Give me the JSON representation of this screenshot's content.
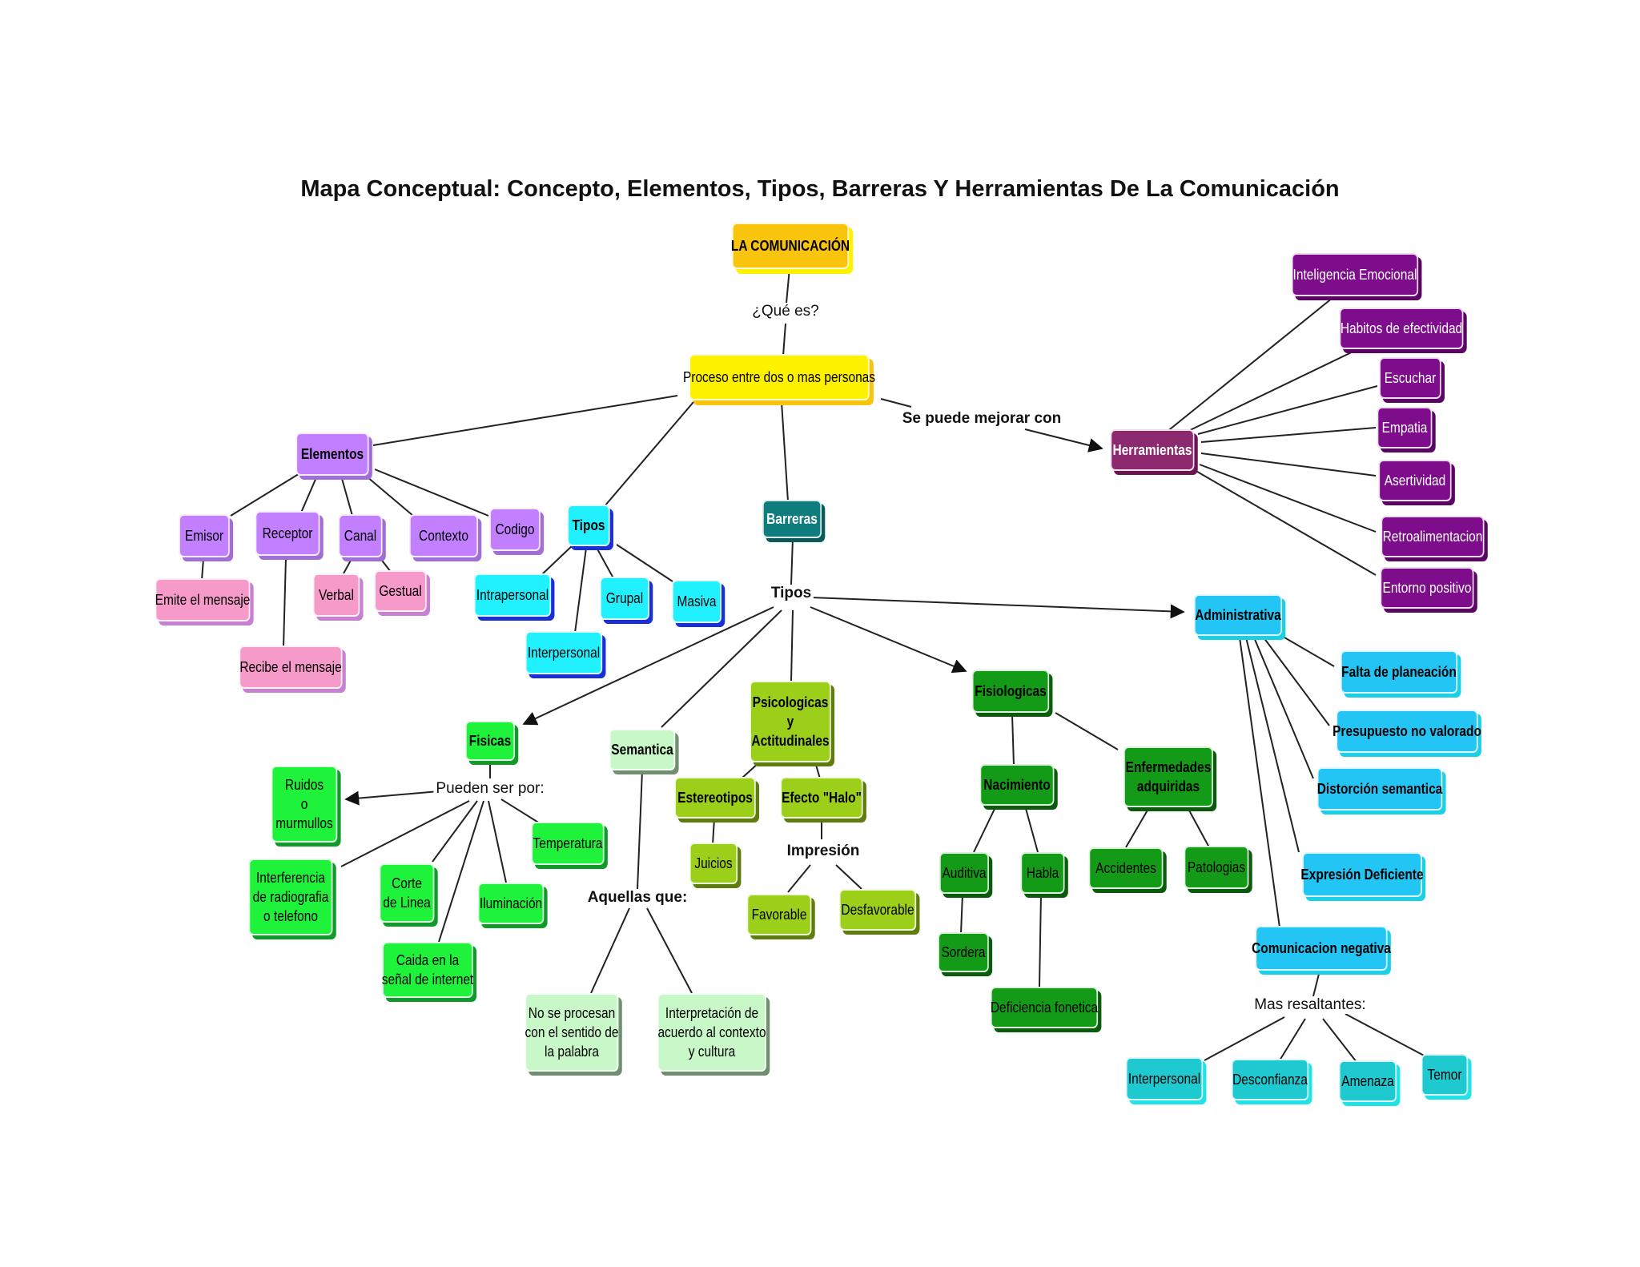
{
  "title": "Mapa Conceptual: Concepto, Elementos, Tipos, Barreras Y Herramientas De La Comunicación",
  "palette": {
    "orange": "#f9c40c",
    "yellow": "#fff200",
    "purple": "#c27fff",
    "pink": "#f59ac9",
    "cyan": "#21f1ff",
    "teal": "#0f7d7d",
    "plum": "#8d2a6f",
    "violet": "#7d0d8a",
    "sky": "#23c5f5",
    "aqua": "#1ec9cf",
    "lime": "#1ff23a",
    "mint": "#c8f7c8",
    "olive": "#9ccf1a",
    "green": "#139b17"
  },
  "nodes": {
    "comunicacion": "LA COMUNICACIÓN",
    "proceso": "Proceso entre dos o mas personas",
    "elementos": "Elementos",
    "emisor": "Emisor",
    "receptor": "Receptor",
    "canal": "Canal",
    "contexto": "Contexto",
    "codigo": "Codigo",
    "emite": "Emite el mensaje",
    "recibe": "Recibe el mensaje",
    "verbal": "Verbal",
    "gestual": "Gestual",
    "tipos": "Tipos",
    "intrapersonal": "Intrapersonal",
    "interpersonal": "Interpersonal",
    "grupal": "Grupal",
    "masiva": "Masiva",
    "barreras": "Barreras",
    "herramientas": "Herramientas",
    "inteligencia": "Inteligencia Emocional",
    "habitos": "Habitos de efectividad",
    "escuchar": "Escuchar",
    "empatia": "Empatia",
    "asertividad": "Asertividad",
    "retro": "Retroalimentacion",
    "entorno": "Entorno positivo",
    "administrativa": "Administrativa",
    "falta": "Falta de planeación",
    "presupuesto": "Presupuesto no valorado",
    "distorsion": "Distorción semantica",
    "expresion": "Expresión Deficiente",
    "negativa": "Comunicacion negativa",
    "neg_inter": "Interpersonal",
    "desconfianza": "Desconfianza",
    "amenaza": "Amenaza",
    "temor": "Temor",
    "fisicas": "Fisicas",
    "ruidos": "Ruidos\no\nmurmullos",
    "temperatura": "Temperatura",
    "interferencia": "Interferencia\nde radiografia\no telefono",
    "corte": "Corte\nde Linea",
    "iluminacion": "Iluminación",
    "caida": "Caida en la\nseñal de internet",
    "semantica": "Semantica",
    "no_procesan": "No se procesan\ncon el sentido de\nla palabra",
    "interpretacion": "Interpretación de\nacuerdo al contexto\ny cultura",
    "psicologicas": "Psicologicas\ny\nActitudinales",
    "estereotipos": "Estereotipos",
    "halo": "Efecto \"Halo\"",
    "juicios": "Juicios",
    "favorable": "Favorable",
    "desfavorable": "Desfavorable",
    "fisiologicas": "Fisiologicas",
    "nacimiento": "Nacimiento",
    "enfermedades": "Enfermedades\nadquiridas",
    "auditiva": "Auditiva",
    "habla": "Habla",
    "sordera": "Sordera",
    "deficiencia": "Deficiencia fonetica",
    "accidentes": "Accidentes",
    "patologias": "Patologias"
  },
  "labels": {
    "que_es": "¿Qué es?",
    "mejorar": "Se puede mejorar con",
    "tipos_barreras": "Tipos",
    "pueden_ser": "Pueden ser por:",
    "aquellas": "Aquellas que:",
    "impresion": "Impresión",
    "resaltantes": "Mas resaltantes:"
  }
}
